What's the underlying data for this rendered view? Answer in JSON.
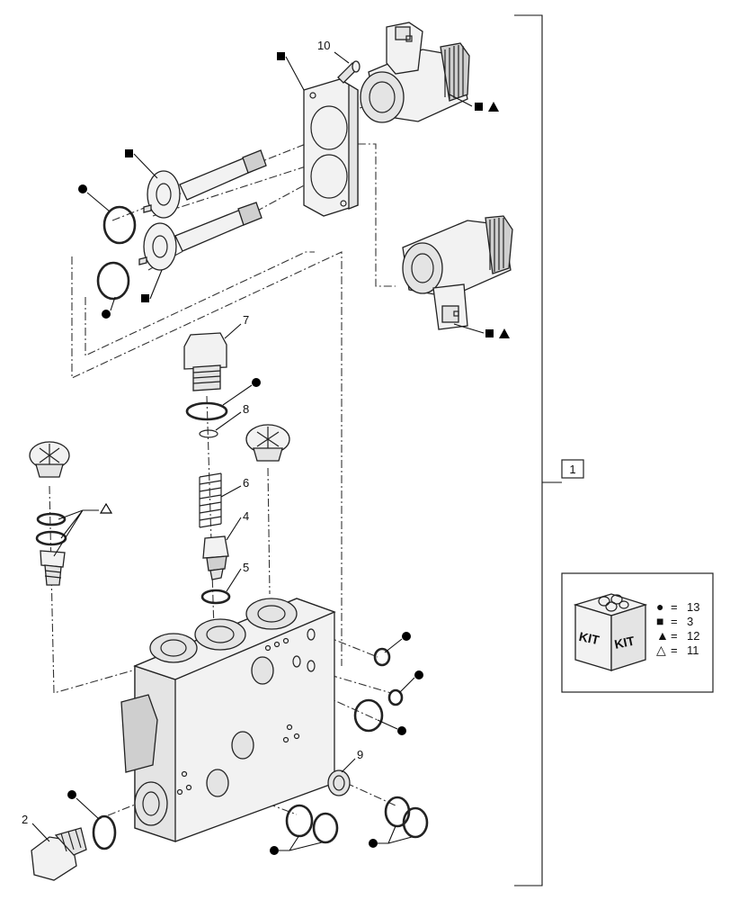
{
  "callouts": {
    "c1": "1",
    "c2": "2",
    "c4": "4",
    "c5": "5",
    "c6": "6",
    "c7": "7",
    "c8": "8",
    "c9": "9",
    "c10": "10"
  },
  "kit": {
    "box_text_1": "KIT",
    "box_text_2": "KIT",
    "legend": [
      {
        "symbol": "●",
        "eq": "=",
        "value": "13"
      },
      {
        "symbol": "■",
        "eq": "=",
        "value": "3"
      },
      {
        "symbol": "▲",
        "eq": "=",
        "value": "12"
      },
      {
        "symbol": "△",
        "eq": "=",
        "value": "11"
      }
    ]
  },
  "colors": {
    "line": "#222222",
    "fill_light": "#f2f2f2",
    "fill_mid": "#e4e4e4"
  }
}
